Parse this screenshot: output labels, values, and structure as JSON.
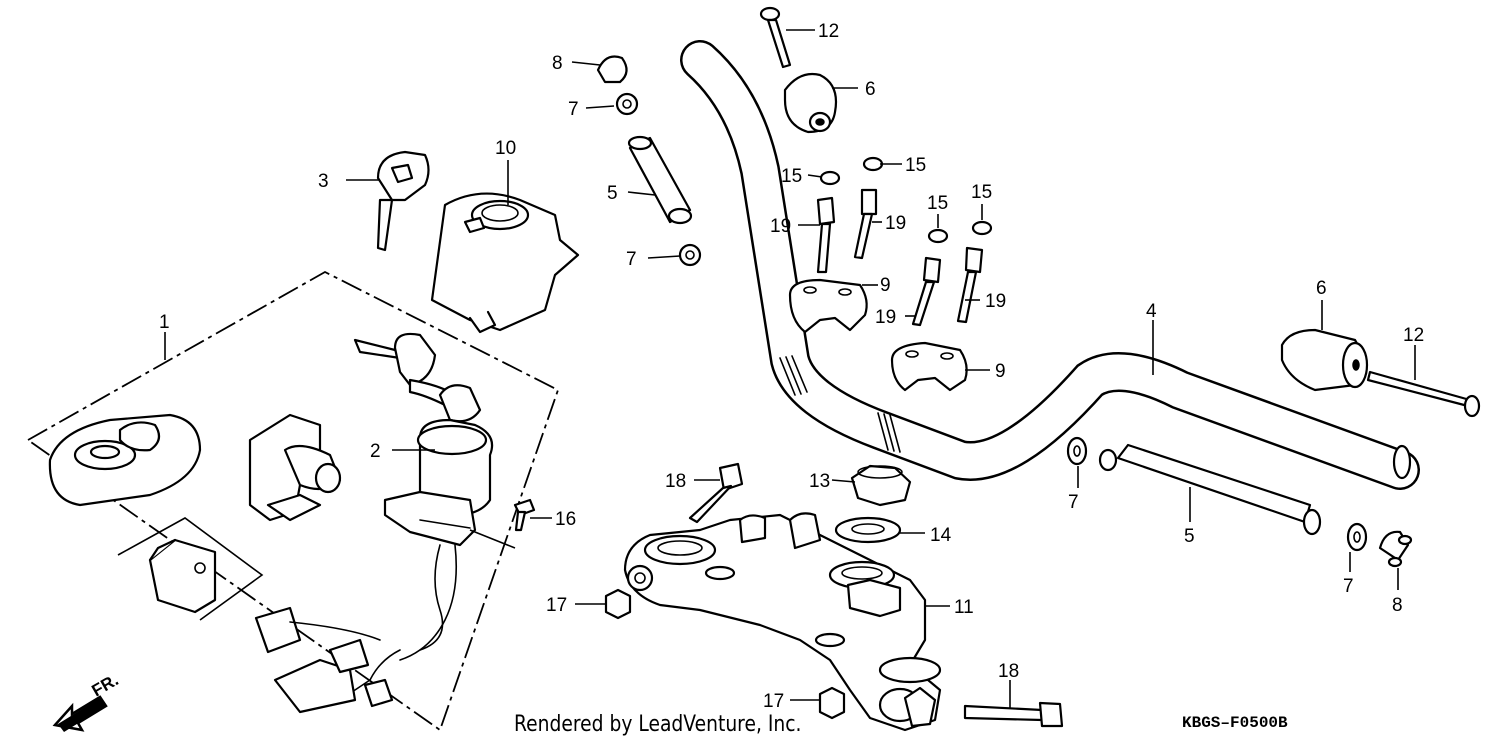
{
  "diagram": {
    "callouts": {
      "c1": "1",
      "c2": "2",
      "c3": "3",
      "c4": "4",
      "c5a": "5",
      "c5b": "5",
      "c6a": "6",
      "c6b": "6",
      "c7a": "7",
      "c7b": "7",
      "c7c": "7",
      "c7d": "7",
      "c8a": "8",
      "c8b": "8",
      "c9a": "9",
      "c9b": "9",
      "c10": "10",
      "c11": "11",
      "c12a": "12",
      "c12b": "12",
      "c13": "13",
      "c14": "14",
      "c15a": "15",
      "c15b": "15",
      "c15c": "15",
      "c15d": "15",
      "c16": "16",
      "c17a": "17",
      "c17b": "17",
      "c18a": "18",
      "c18b": "18",
      "c19a": "19",
      "c19b": "19",
      "c19c": "19",
      "c19d": "19"
    },
    "direction_label": "FR.",
    "credit": "Rendered by LeadVenture, Inc.",
    "code": "KBGS–F0500B"
  }
}
